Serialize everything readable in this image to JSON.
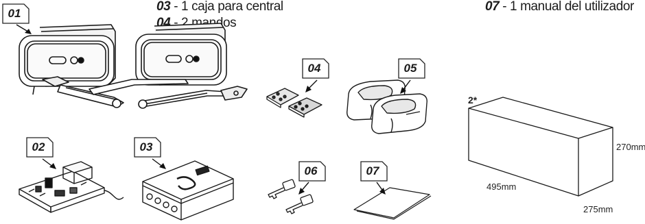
{
  "legend": [
    {
      "num": "03",
      "text": "- 1 caja para central"
    },
    {
      "num": "04",
      "text": "-  2 mandos"
    },
    {
      "num": "07",
      "text": "- 1 manual del utilizador"
    }
  ],
  "labels": {
    "l01": "01",
    "l02": "02",
    "l03": "03",
    "l04": "04",
    "l05": "05",
    "l06": "06",
    "l07": "07"
  },
  "box": {
    "note": "2*",
    "height": "270mm",
    "length": "495mm",
    "depth": "275mm"
  }
}
